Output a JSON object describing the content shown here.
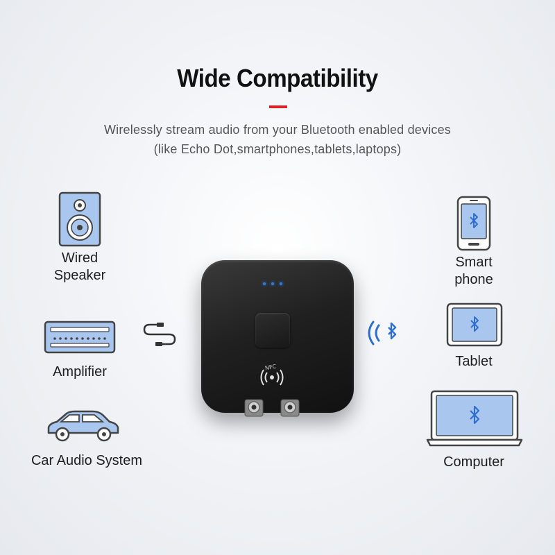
{
  "header": {
    "title": "Wide Compatibility",
    "subtitle_line1": "Wirelessly stream audio from your Bluetooth enabled devices",
    "subtitle_line2": "(like Echo Dot,smartphones,tablets,laptops)"
  },
  "left_devices": {
    "speaker_line1": "Wired",
    "speaker_line2": "Speaker",
    "amplifier": "Amplifier",
    "car": "Car Audio System"
  },
  "right_devices": {
    "phone_line1": "Smart",
    "phone_line2": "phone",
    "tablet": "Tablet",
    "computer": "Computer"
  },
  "hub": {
    "nfc_label": "NFC"
  },
  "colors": {
    "accent": "#d8232a",
    "icon_blue": "#a9c6ef",
    "icon_outline": "#444444",
    "bluetooth_blue": "#2e6fd0",
    "led_blue": "#2f7de1"
  },
  "icons": [
    "speaker-icon",
    "amplifier-icon",
    "car-icon",
    "aux-cable-icon",
    "bluetooth-wave-icon",
    "smartphone-icon",
    "tablet-icon",
    "laptop-icon",
    "nfc-icon"
  ]
}
